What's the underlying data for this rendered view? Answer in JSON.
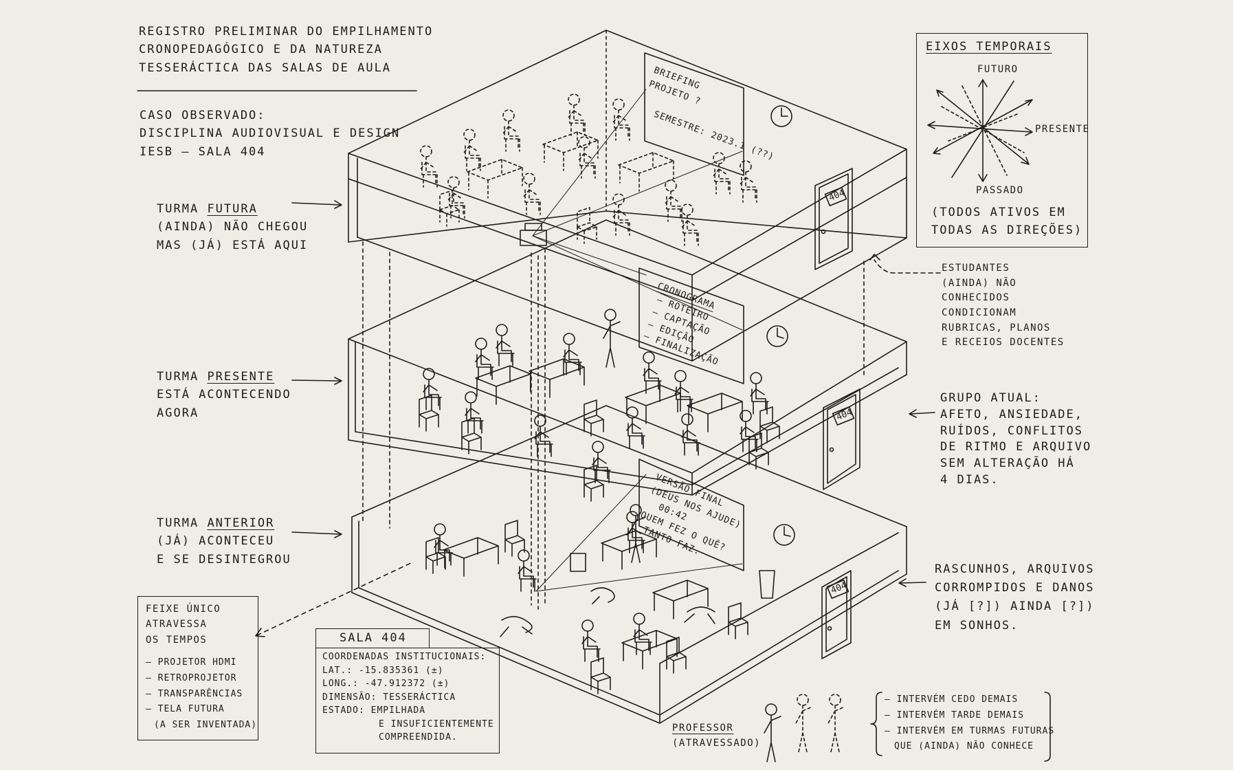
{
  "title": {
    "line1": "REGISTRO PRELIMINAR DO EMPILHAMENTO",
    "line2": "CRONOPEDAGÓGICO E DA NATUREZA",
    "line3": "TESSERÁCTICA DAS SALAS DE AULA"
  },
  "case": {
    "line1": "CASO OBSERVADO:",
    "line2": "DISCIPLINA AUDIOVISUAL E DESIGN",
    "line3": "IESB – SALA 404"
  },
  "future": {
    "turma": "TURMA",
    "label": "FUTURA",
    "line1": "(AINDA) NÃO CHEGOU",
    "line2": "MAS (JÁ) ESTÁ AQUI"
  },
  "present": {
    "turma": "TURMA",
    "label": "PRESENTE",
    "line1": "ESTÁ ACONTECENDO",
    "line2": "AGORA"
  },
  "past": {
    "turma": "TURMA",
    "label": "ANTERIOR",
    "line1": "(JÁ) ACONTECEU",
    "line2": "E SE DESINTEGROU"
  },
  "axes": {
    "title": "EIXOS TEMPORAIS",
    "future": "FUTURO",
    "present": "PRESENTE",
    "past": "PASSADO",
    "note1": "(TODOS ATIVOS EM",
    "note2": "TODAS AS DIREÇÕES)"
  },
  "students_note": [
    "ESTUDANTES",
    "(AINDA) NÃO",
    "CONHECIDOS",
    "CONDICIONAM",
    "RUBRICAS, PLANOS",
    "E RECEIOS DOCENTES"
  ],
  "group_note": [
    "GRUPO ATUAL:",
    "AFETO, ANSIEDADE,",
    "RUÍDOS, CONFLITOS",
    "DE RITMO E ARQUIVO",
    "SEM ALTERAÇÃO HÁ",
    "4 DIAS."
  ],
  "drafts_note": [
    "RASCUNHOS, ARQUIVOS",
    "CORROMPIDOS E DANOS",
    "(JÁ [?]) AINDA [?])",
    "EM SONHOS."
  ],
  "beam": {
    "title": [
      "FEIXE ÚNICO",
      "ATRAVESSA",
      "OS TEMPOS"
    ],
    "items": [
      "– PROJETOR HDMI",
      "– RETROPROJETOR",
      "– TRANSPARÊNCIAS",
      "– TELA FUTURA",
      "(A SER INVENTADA)"
    ]
  },
  "sala": {
    "title": "SALA 404",
    "coords_label": "COORDENADAS INSTITUCIONAIS:",
    "lat": "LAT.: -15.835361 (±)",
    "long": "LONG.: -47.912372 (±)",
    "dim": "DIMENSÃO: TESSERÁCTICA",
    "state1": "ESTADO: EMPILHADA",
    "state2": "E INSUFICIENTEMENTE",
    "state3": "COMPREENDIDA."
  },
  "professor": {
    "label": "PROFESSOR",
    "sub": "(ATRAVESSADO)",
    "items": [
      "– INTERVÉM CEDO DEMAIS",
      "– INTERVÉM TARDE DEMAIS",
      "– INTERVÉM EM TURMAS FUTURAS",
      "QUE (AINDA) NÃO CONHECE"
    ]
  },
  "boards": {
    "future": [
      "BRIEFING",
      "PROJETO ?",
      "SEMESTRE: 2023.1 (??)"
    ],
    "present": [
      "CRONOGRAMA",
      "– ROTEIRO",
      "– CAPTAÇÃO",
      "– EDIÇÃO",
      "– FINALIZAÇÃO"
    ],
    "past": [
      "VERSÃO FINAL",
      "(DEUS NOS AJUDE)",
      "00:42",
      "QUEM FEZ O QUÊ?",
      "TANTO FAZ."
    ]
  },
  "door_number": "404"
}
